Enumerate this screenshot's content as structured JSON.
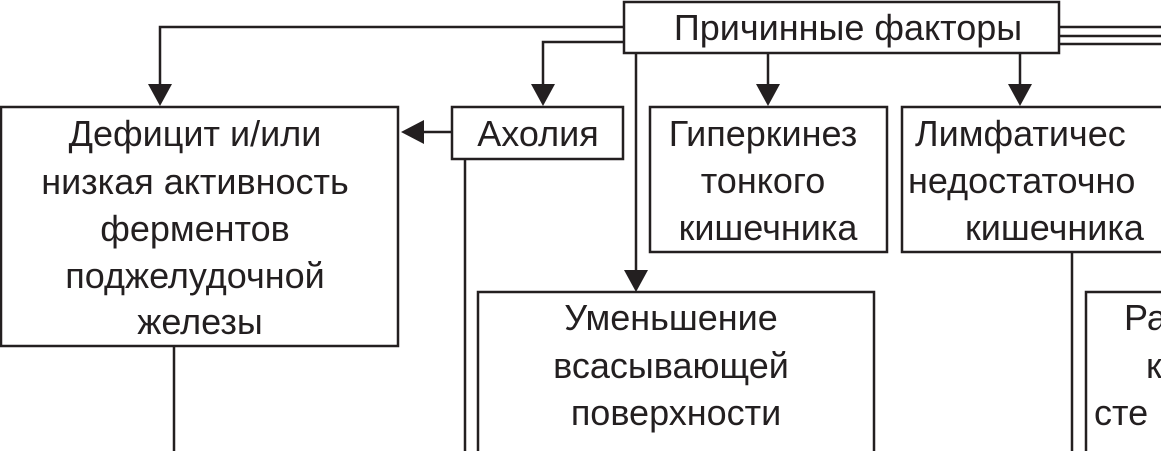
{
  "diagram": {
    "root": {
      "lines": [
        "Причинные факторы"
      ]
    },
    "boxes": {
      "deficit": {
        "lines": [
          "Дефицит и/или",
          "низкая активность",
          "ферментов",
          "поджелудочной",
          "железы"
        ]
      },
      "acholia": {
        "lines": [
          "Ахолия"
        ]
      },
      "hyperkinesis": {
        "lines": [
          "Гиперкинез",
          "тонкого",
          "кишечника"
        ]
      },
      "lymphatic": {
        "lines": [
          "Лимфатичес",
          "недостаточно",
          "кишечника"
        ]
      },
      "reduction": {
        "lines": [
          "Уменьшение",
          "всасывающей",
          "поверхности"
        ]
      },
      "right_partial": {
        "lines": [
          "Ра",
          "к",
          "сте"
        ]
      }
    },
    "colors": {
      "ink": "#231f20",
      "background": "#ffffff"
    }
  }
}
